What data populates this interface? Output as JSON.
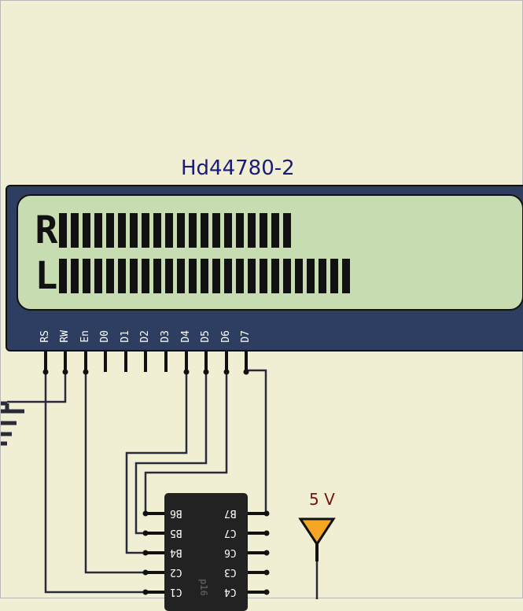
{
  "lcd": {
    "title": "Hd44780-2",
    "row1_char": "R",
    "row2_char": "L",
    "row1_block_count": 20,
    "row2_block_count": 25,
    "pins": [
      "RS",
      "RW",
      "En",
      "D0",
      "D1",
      "D2",
      "D3",
      "D4",
      "D5",
      "D6",
      "D7"
    ]
  },
  "ic": {
    "part_label": "p16",
    "left_pins": [
      "B6",
      "B5",
      "B4",
      "C2",
      "C1"
    ],
    "right_pins": [
      "B7",
      "C7",
      "C6",
      "C3",
      "C4"
    ]
  },
  "supply": {
    "label": "5 V"
  },
  "colors": {
    "background": "#f0efd4",
    "lcd_body": "#2e3e60",
    "lcd_screen": "#c7dcb0",
    "title": "#1b1b78",
    "wire": "#2a2a3a",
    "supply_triangle": "#f5a623",
    "supply_label": "#7a1010"
  }
}
